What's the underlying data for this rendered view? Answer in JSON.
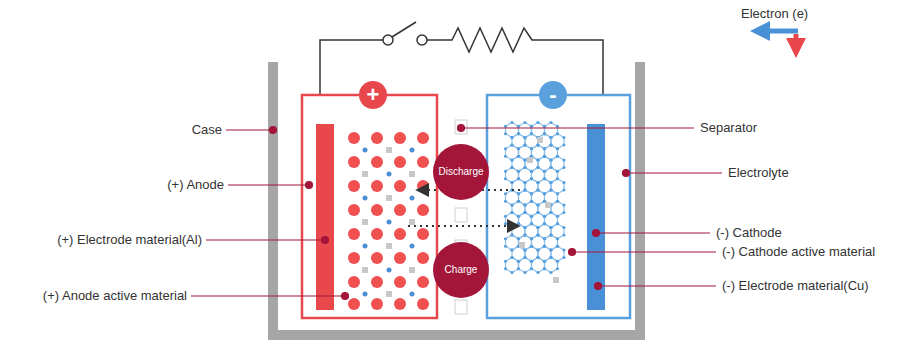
{
  "diagram": {
    "nodes": [
      {
        "text": [
          "+"
        ]
      },
      {
        "text": [
          "-"
        ]
      },
      {
        "text": [
          "Discharge"
        ]
      },
      {
        "text": [
          "Charge"
        ]
      }
    ],
    "labels": [
      "Electron (e)",
      "Case",
      "Separator",
      "(+) Anode",
      "Electrolyte",
      "(+) Electrode material(Al)",
      "(-) Cathode",
      "(-) Cathode active material",
      "(+) Anode active material",
      "(-) Electrode material(Cu)"
    ]
  }
}
